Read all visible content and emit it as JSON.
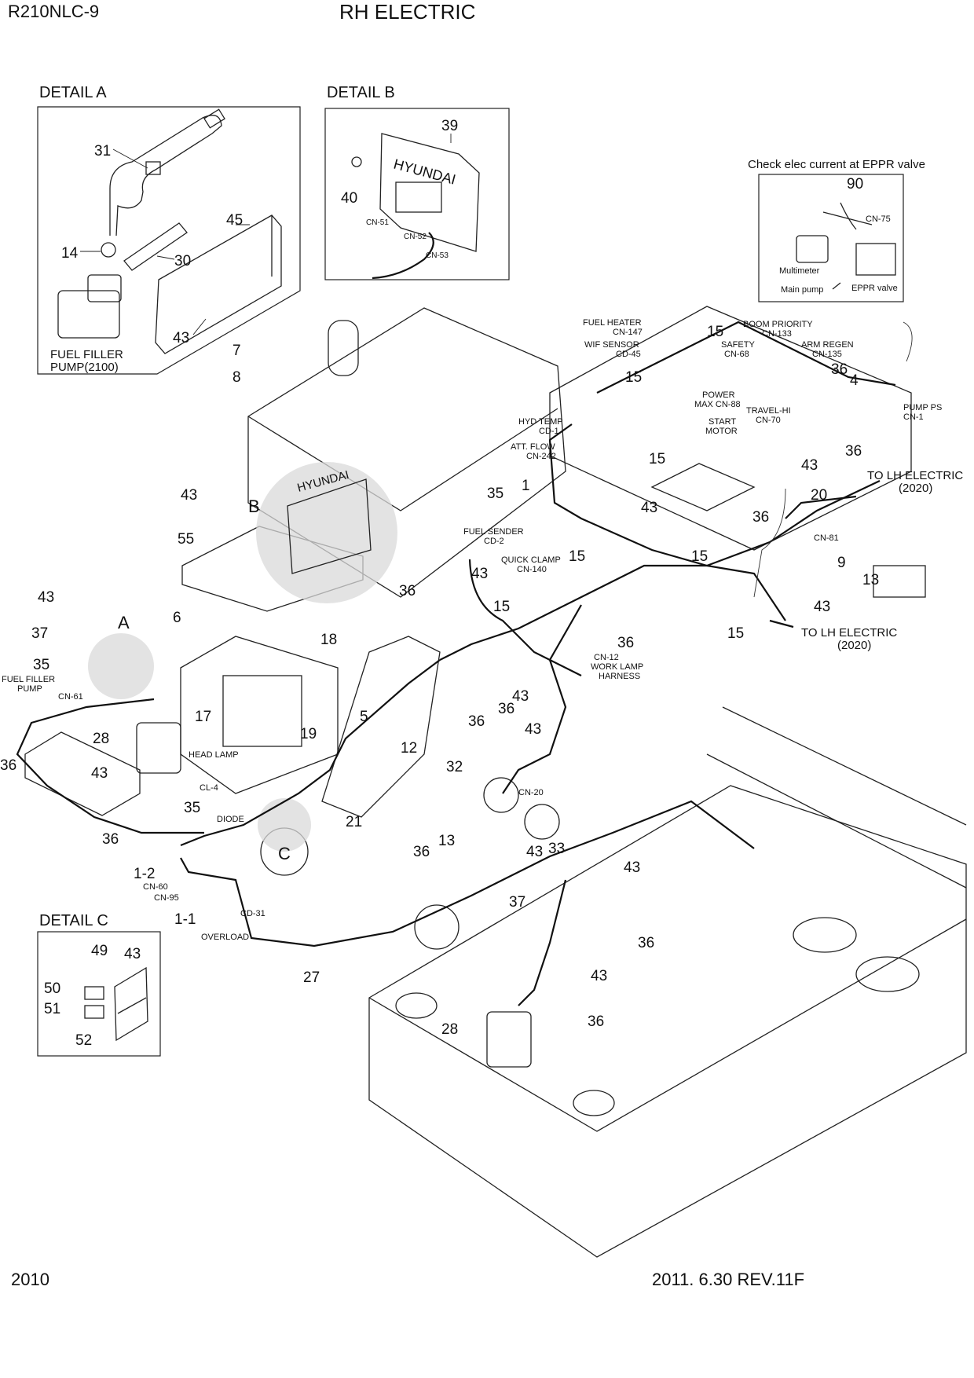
{
  "header": {
    "model": "R210NLC-9",
    "title": "RH ELECTRIC"
  },
  "footer": {
    "page": "2010",
    "revision": "2011. 6.30  REV.11F"
  },
  "details": {
    "a": {
      "title": "DETAIL A",
      "pump_label_1": "FUEL FILLER",
      "pump_label_2": "PUMP(2100)"
    },
    "b": {
      "title": "DETAIL B",
      "brand": "HYUNDAI"
    },
    "c": {
      "title": "DETAIL C"
    },
    "eppr": {
      "title": "Check elec current at EPPR valve",
      "multimeter": "Multimeter",
      "main_pump": "Main pump",
      "eppr_valve": "EPPR valve",
      "cn75": "CN-75"
    }
  },
  "callouts": {
    "a": [
      "31",
      "14",
      "30",
      "45",
      "43"
    ],
    "b": [
      "39",
      "40"
    ],
    "c": [
      "49",
      "43",
      "50",
      "51",
      "52"
    ],
    "eppr": [
      "90"
    ],
    "main": [
      "7",
      "8",
      "15",
      "15",
      "15",
      "15",
      "15",
      "15",
      "15",
      "36",
      "4",
      "36",
      "36",
      "36",
      "36",
      "36",
      "36",
      "36",
      "36",
      "36",
      "36",
      "36",
      "1",
      "20",
      "43",
      "43",
      "43",
      "43",
      "43",
      "43",
      "43",
      "43",
      "43",
      "43",
      "43",
      "43",
      "35",
      "35",
      "35",
      "55",
      "9",
      "13",
      "13",
      "37",
      "37",
      "6",
      "18",
      "17",
      "19",
      "5",
      "28",
      "28",
      "12",
      "32",
      "33",
      "21",
      "27",
      "1-2",
      "1-1"
    ]
  },
  "bullets": {
    "a": "A",
    "b": "B",
    "c": "C"
  },
  "labels": {
    "fuel_heater": "FUEL HEATER",
    "cn147": "CN-147",
    "wif_sensor": "WIF SENSOR",
    "cd45": "CD-45",
    "hyd_temp": "HYD TEMP",
    "cd1": "CD-1",
    "att_flow": "ATT. FLOW",
    "cn242": "CN-242",
    "boom_priority": "BOOM PRIORITY",
    "cn133": "CN-133",
    "arm_regen": "ARM REGEN",
    "cn135": "CN-135",
    "safety": "SAFETY",
    "cn68": "CN-68",
    "power_max": "POWER",
    "power_max2": "MAX  CN-88",
    "travel_hi": "TRAVEL-HI",
    "cn70": "CN-70",
    "start_motor": "START",
    "start_motor2": "MOTOR",
    "pump_ps": "PUMP PS",
    "cn1": "CN-1",
    "to_lh_1": "TO LH ELECTRIC",
    "to_lh_1b": "(2020)",
    "to_lh_2": "TO LH ELECTRIC",
    "to_lh_2b": "(2020)",
    "cn81": "CN-81",
    "fuel_sender": "FUEL SENDER",
    "cd2": "CD-2",
    "quick_clamp": "QUICK CLAMP",
    "cn140": "CN-140",
    "cn12": "CN-12",
    "work_lamp": "WORK LAMP",
    "harness": "HARNESS",
    "fuel_filler": "FUEL FILLER",
    "pump": "PUMP",
    "cn61": "CN-61",
    "head_lamp": "HEAD LAMP",
    "cl4": "CL-4",
    "diode": "DIODE",
    "cn60": "CN-60",
    "cn95": "CN-95",
    "cd31": "CD-31",
    "overload": "OVERLOAD",
    "cn20": "CN-20",
    "cn51": "CN-51",
    "cn52": "CN-52",
    "cn53": "CN-53"
  }
}
